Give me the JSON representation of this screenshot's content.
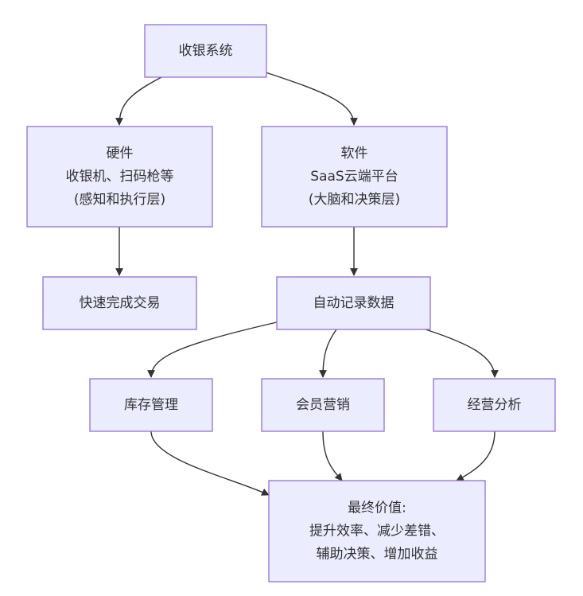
{
  "diagram": {
    "nodes": [
      {
        "id": "pos",
        "lines": [
          "收银系统"
        ]
      },
      {
        "id": "hw",
        "lines": [
          "硬件",
          "收银机、扫码枪等",
          "(感知和执行层)"
        ]
      },
      {
        "id": "sw",
        "lines": [
          "软件",
          "SaaS云端平台",
          "(大脑和决策层)"
        ]
      },
      {
        "id": "trade",
        "lines": [
          "快速完成交易"
        ]
      },
      {
        "id": "record",
        "lines": [
          "自动记录数据"
        ]
      },
      {
        "id": "inv",
        "lines": [
          "库存管理"
        ]
      },
      {
        "id": "member",
        "lines": [
          "会员营销"
        ]
      },
      {
        "id": "analysis",
        "lines": [
          "经营分析"
        ]
      },
      {
        "id": "value",
        "lines": [
          "最终价值:",
          "提升效率、减少差错、",
          "辅助决策、增加收益"
        ]
      }
    ],
    "edges": [
      {
        "from": "pos",
        "to": "hw"
      },
      {
        "from": "pos",
        "to": "sw"
      },
      {
        "from": "hw",
        "to": "trade"
      },
      {
        "from": "sw",
        "to": "record"
      },
      {
        "from": "record",
        "to": "inv"
      },
      {
        "from": "record",
        "to": "member"
      },
      {
        "from": "record",
        "to": "analysis"
      },
      {
        "from": "inv",
        "to": "value"
      },
      {
        "from": "member",
        "to": "value"
      },
      {
        "from": "analysis",
        "to": "value"
      }
    ]
  }
}
